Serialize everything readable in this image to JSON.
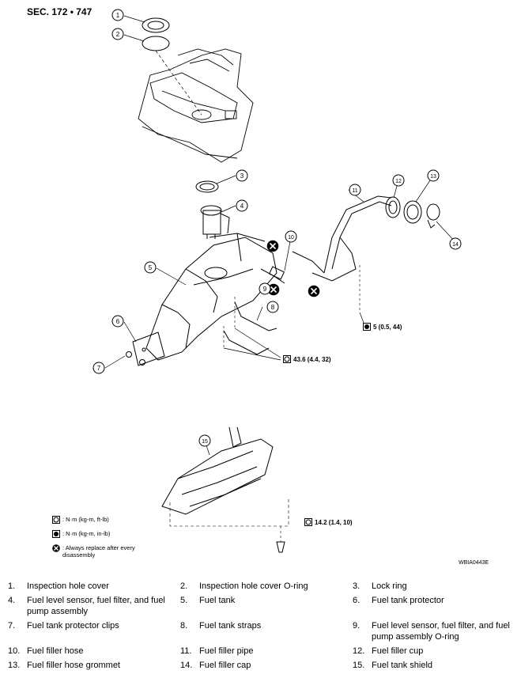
{
  "header": {
    "section": "SEC. 172 • 747"
  },
  "image_code": "WBIA0443E",
  "callouts": [
    "1",
    "2",
    "3",
    "4",
    "5",
    "6",
    "7",
    "8",
    "9",
    "10",
    "11",
    "12",
    "13",
    "14",
    "15"
  ],
  "torques": {
    "t5": "5 (0.5, 44)",
    "t43": "43.6 (4.4, 32)",
    "t14": "14.2 (1.4, 10)"
  },
  "legend": [
    {
      "icon": "torque-ft-lb-icon",
      "text": ": N·m (kg-m, ft-lb)"
    },
    {
      "icon": "torque-in-lb-icon",
      "text": ": N·m (kg-m, in-lb)"
    },
    {
      "icon": "replace-icon",
      "text": ": Always replace after every disassembly"
    }
  ],
  "parts": [
    {
      "num": "1.",
      "name": "Inspection hole cover"
    },
    {
      "num": "2.",
      "name": "Inspection hole cover O-ring"
    },
    {
      "num": "3.",
      "name": "Lock ring"
    },
    {
      "num": "4.",
      "name": "Fuel level sensor, fuel filter, and fuel pump assembly"
    },
    {
      "num": "5.",
      "name": "Fuel tank"
    },
    {
      "num": "6.",
      "name": "Fuel tank protector"
    },
    {
      "num": "7.",
      "name": "Fuel tank protector clips"
    },
    {
      "num": "8.",
      "name": "Fuel tank straps"
    },
    {
      "num": "9.",
      "name": "Fuel level sensor, fuel filter, and fuel pump assembly O-ring"
    },
    {
      "num": "10.",
      "name": "Fuel filler hose"
    },
    {
      "num": "11.",
      "name": "Fuel filler pipe"
    },
    {
      "num": "12.",
      "name": "Fuel filler cup"
    },
    {
      "num": "13.",
      "name": "Fuel filler hose grommet"
    },
    {
      "num": "14.",
      "name": "Fuel filler cap"
    },
    {
      "num": "15.",
      "name": "Fuel tank shield"
    }
  ]
}
